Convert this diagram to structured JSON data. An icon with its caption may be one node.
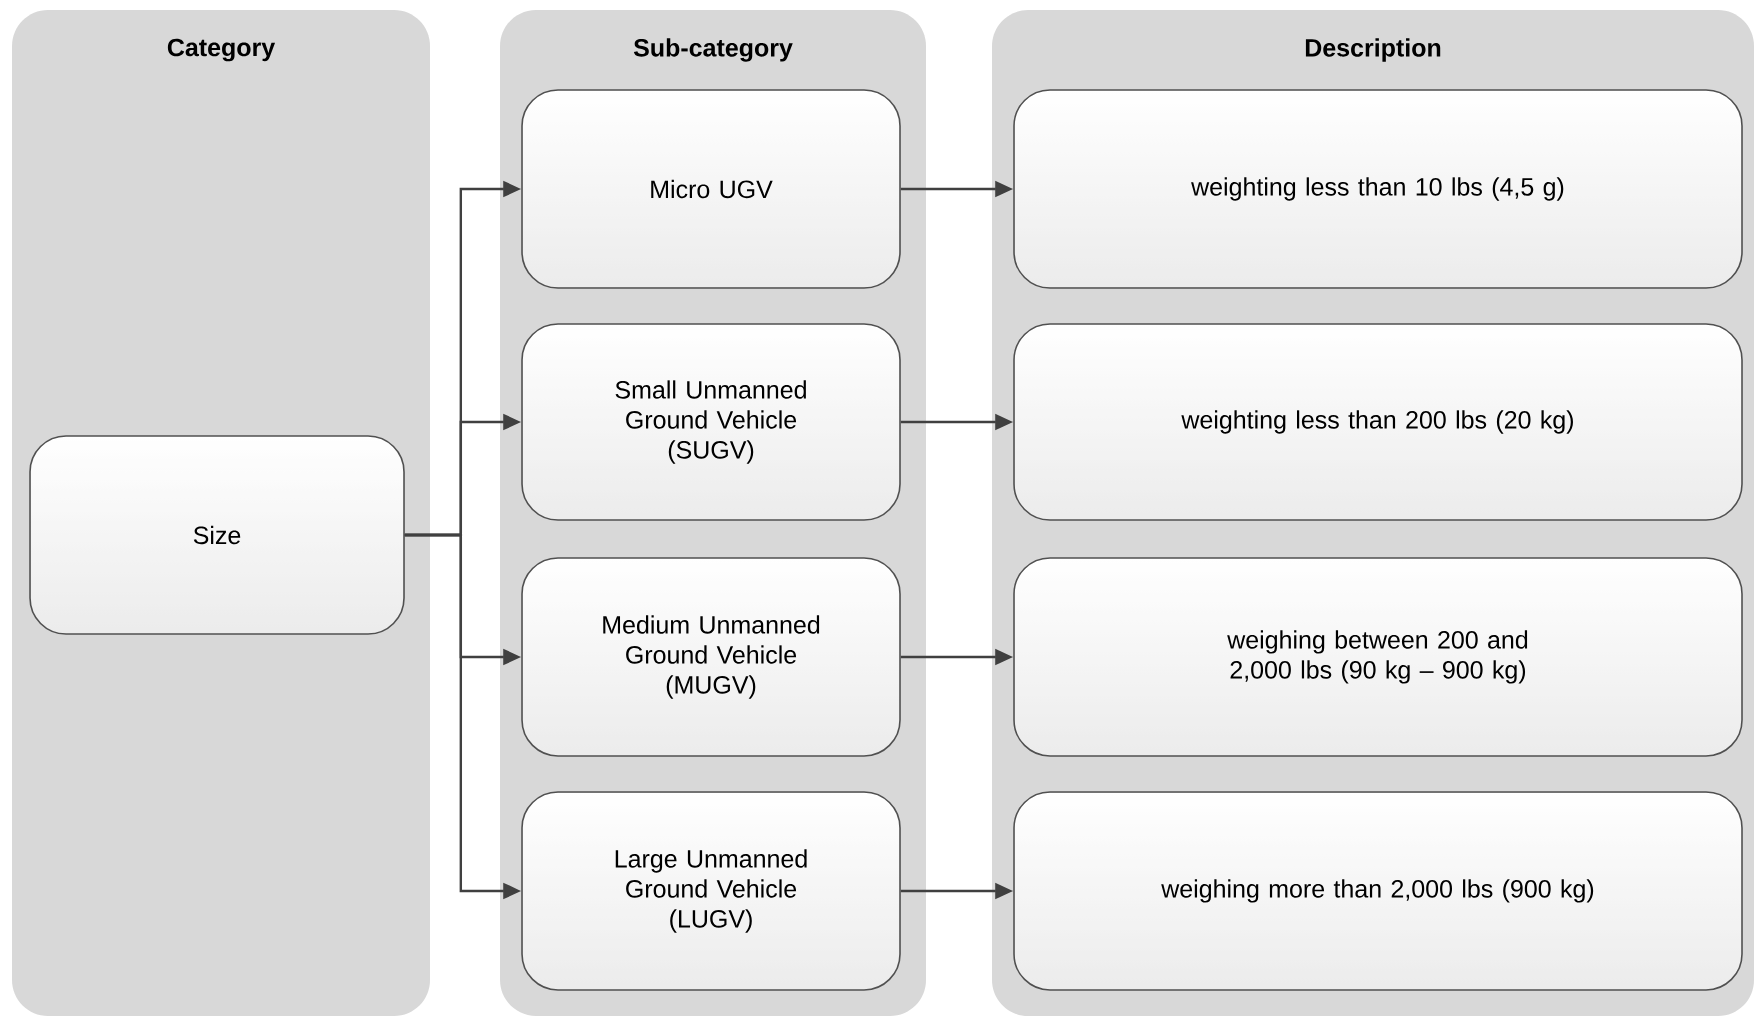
{
  "diagram": {
    "nodes": [
      {
        "text": [
          "Category"
        ]
      },
      {
        "text": [
          "Sub-category"
        ]
      },
      {
        "text": [
          "Description"
        ]
      },
      {
        "text": [
          "Size"
        ],
        "in": 0
      },
      {
        "text": [
          "Micro UGV"
        ],
        "in": 1
      },
      {
        "text": [
          "Small Unmanned Ground Vehicle (SUGV)"
        ],
        "in": 1
      },
      {
        "text": [
          "Medium Unmanned Ground Vehicle (MUGV)"
        ],
        "in": 1
      },
      {
        "text": [
          "Large Unmanned Ground Vehicle (LUGV)"
        ],
        "in": 1
      },
      {
        "text": [
          "weighting less than 10 lbs (4,5 g)"
        ],
        "in": 2
      },
      {
        "text": [
          "weighting less than 200 lbs (20 kg)"
        ],
        "in": 2
      },
      {
        "text": [
          "weighing between 200 and 2,000 lbs (90 kg – 900 kg)"
        ],
        "in": 2
      },
      {
        "text": [
          "weighing more than 2,000 lbs (900 kg)"
        ],
        "in": 2
      }
    ],
    "edges": [
      {
        "from": 3,
        "to": 4,
        "arrow": "to"
      },
      {
        "from": 3,
        "to": 5,
        "arrow": "to"
      },
      {
        "from": 3,
        "to": 6,
        "arrow": "to"
      },
      {
        "from": 3,
        "to": 7,
        "arrow": "to"
      },
      {
        "from": 4,
        "to": 8,
        "arrow": "to"
      },
      {
        "from": 5,
        "to": 9,
        "arrow": "to"
      },
      {
        "from": 6,
        "to": 10,
        "arrow": "to"
      },
      {
        "from": 7,
        "to": 11,
        "arrow": "to"
      }
    ]
  }
}
